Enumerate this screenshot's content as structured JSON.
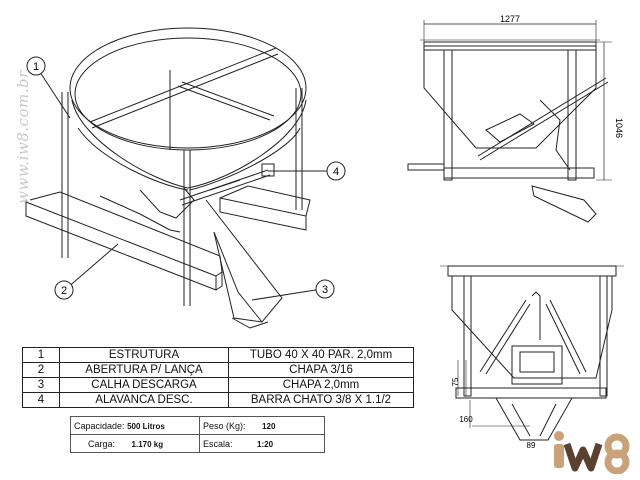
{
  "watermark": "www.iw8.com.br",
  "balloons": [
    "1",
    "2",
    "3",
    "4"
  ],
  "dimensions": {
    "width_top": "1277",
    "height": "1046",
    "dim_75": "75",
    "dim_160": "160",
    "dim_89": "89"
  },
  "parts": [
    {
      "num": "1",
      "desc": "ESTRUTURA",
      "material": "TUBO 40 X 40 PAR. 2,0mm"
    },
    {
      "num": "2",
      "desc": "ABERTURA P/ LANÇA",
      "material": "CHAPA 3/16"
    },
    {
      "num": "3",
      "desc": "CALHA DESCARGA",
      "material": "CHAPA 2,0mm"
    },
    {
      "num": "4",
      "desc": "ALAVANCA DESC.",
      "material": "BARRA CHATO 3/8 X 1.1/2"
    }
  ],
  "specs": {
    "capacity_label": "Capacidade:",
    "capacity_value": "500 Litros",
    "weight_label": "Peso (Kg):",
    "weight_value": "120",
    "load_label": "Carga:",
    "load_value": "1.170 kg",
    "scale_label": "Escala:",
    "scale_value": "1:20"
  },
  "logo": {
    "text": "iw8",
    "color_main": "#c9a27a",
    "color_dark": "#5a4030"
  }
}
